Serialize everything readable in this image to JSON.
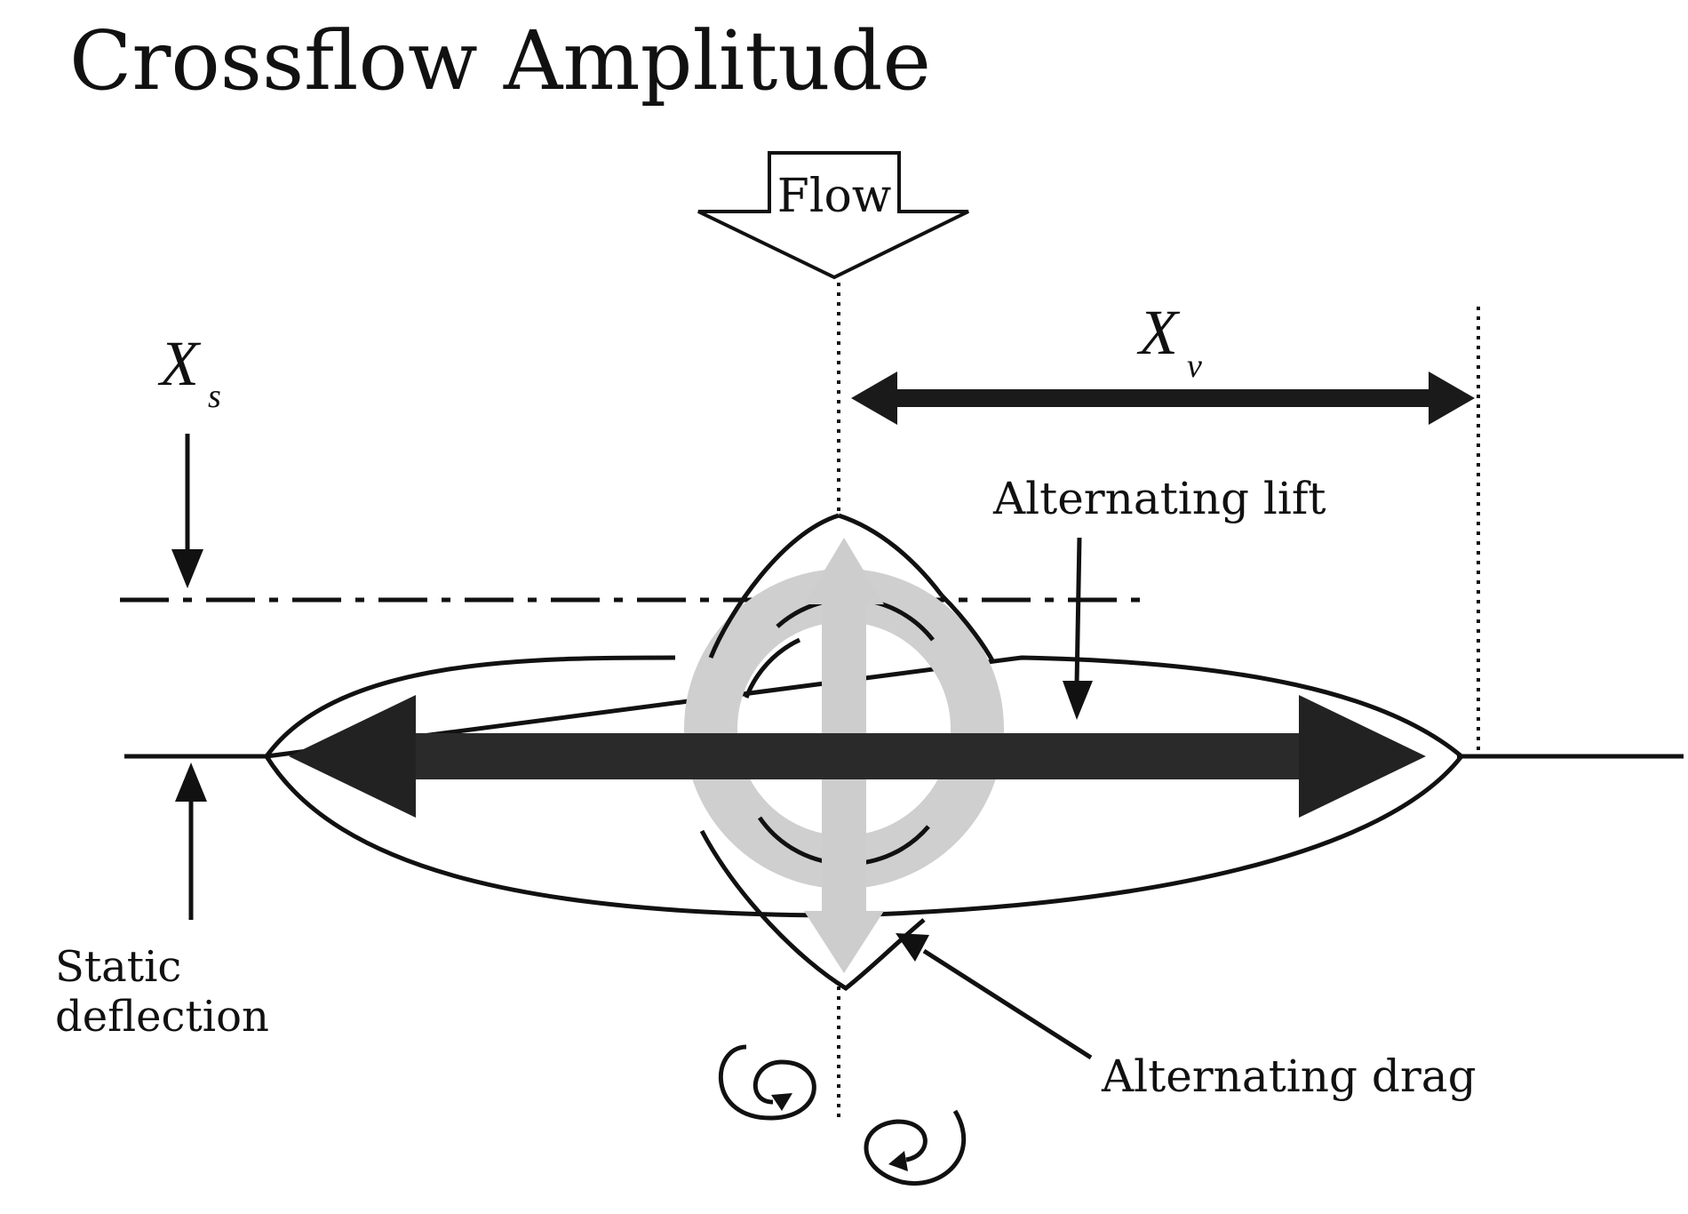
{
  "title": "Crossflow Amplitude",
  "flow_label": "Flow",
  "xv_label": {
    "base": "X",
    "sub": "v"
  },
  "xs_label": {
    "base": "X",
    "sub": "s"
  },
  "lift_label": "Alternating lift",
  "drag_label": "Alternating drag",
  "static_label": {
    "line1": "Static",
    "line2": "deflection"
  },
  "colors": {
    "ink": "#111111",
    "band": "#2a2a2a",
    "pale": "#c8c8c8",
    "pale_light": "#dedede"
  }
}
